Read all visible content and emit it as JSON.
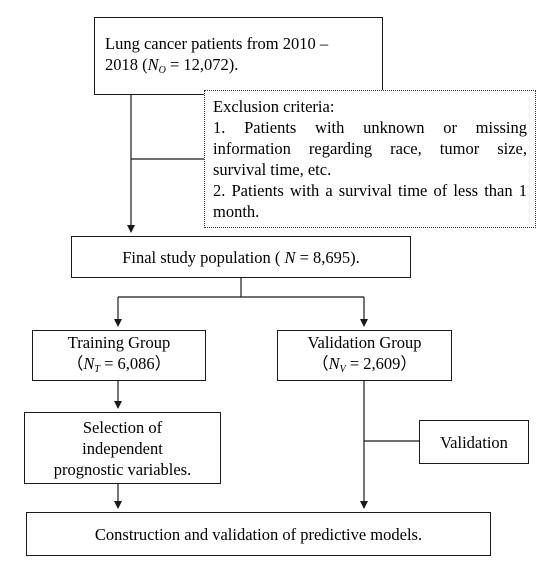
{
  "start": {
    "line1": "Lung cancer patients from 2010 –",
    "line2_prefix": "2018 (",
    "var": "N",
    "sub": "O",
    "line2_suffix": " = 12,072)."
  },
  "exclusion": {
    "title": "Exclusion criteria:",
    "item1": "1. Patients with unknown or missing information regarding race, tumor size, survival time, etc.",
    "item2": "2. Patients with a survival time of less than 1 month."
  },
  "final": {
    "prefix": "Final study population ( ",
    "var": "N",
    "suffix": " = 8,695)."
  },
  "training": {
    "title": "Training Group",
    "open": "（",
    "var": "N",
    "sub": "T",
    "value": " = 6,086",
    "close": "）"
  },
  "validation_group": {
    "title": "Validation Group",
    "open": "（",
    "var": "N",
    "sub": "V",
    "value": " = 2,609",
    "close": "）"
  },
  "selection": {
    "line1": "Selection of",
    "line2": "independent",
    "line3": "prognostic variables."
  },
  "validation_step": {
    "label": "Validation"
  },
  "construction": {
    "label": "Construction and validation of predictive models."
  }
}
